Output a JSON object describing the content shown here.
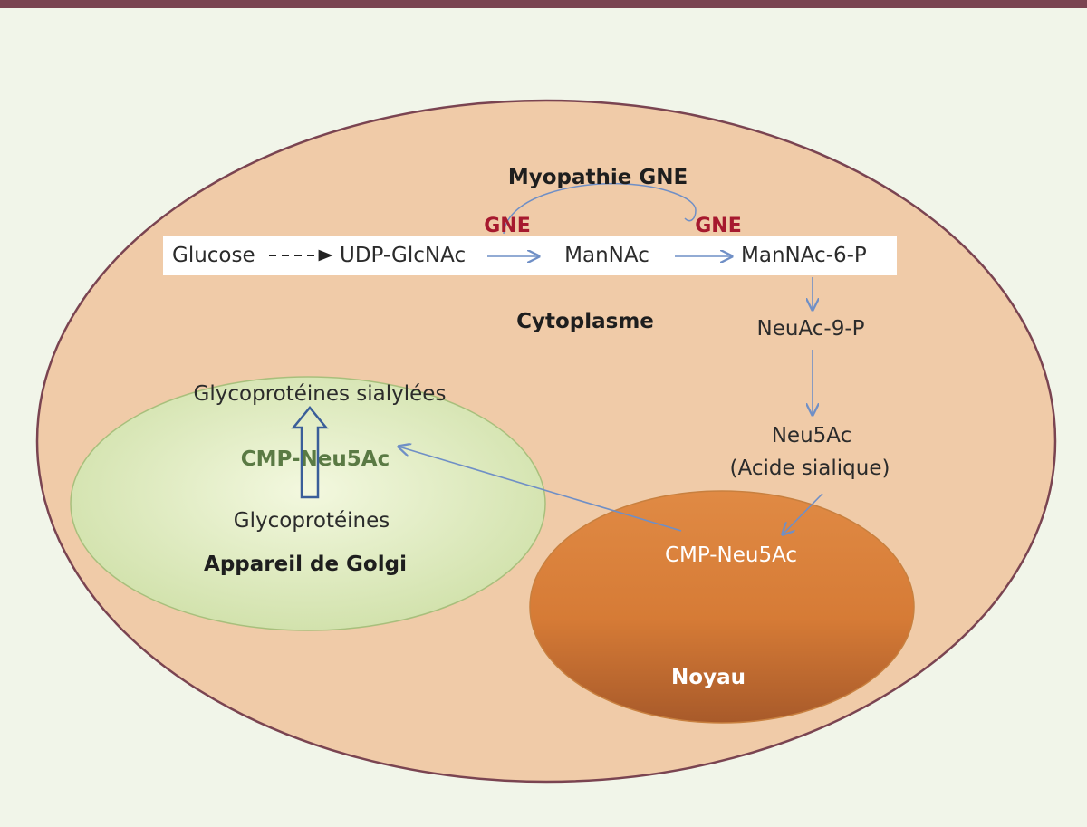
{
  "diagram": {
    "disease_label": "Myopathie GNE",
    "enzyme_1": "GNE",
    "enzyme_2": "GNE",
    "pathway": {
      "glucose": "Glucose",
      "udp_glcnac": "UDP-GlcNAc",
      "mannac": "ManNAc",
      "mannac_6p": "ManNAc-6-P",
      "neuac_9p": "NeuAc-9-P",
      "neu5ac": "Neu5Ac",
      "acide_sialique": "(Acide sialique)",
      "cmp_neu5ac_nucleus": "CMP-Neu5Ac"
    },
    "compartments": {
      "cytoplasm": "Cytoplasme",
      "nucleus": "Noyau",
      "golgi": "Appareil de Golgi"
    },
    "golgi": {
      "sialylated": "Glycoprotéines sialylées",
      "cmp_neu5ac": "CMP-Neu5Ac",
      "glycoproteins": "Glycoprotéines"
    },
    "colors": {
      "top_bar": "#7a4451",
      "background": "#f1f5e9",
      "cell": "#f0cba8",
      "nucleus": "#d6803a",
      "golgi": "#d8e6b6",
      "arrow": "#6f8fc6",
      "gne": "#a6192e"
    }
  }
}
